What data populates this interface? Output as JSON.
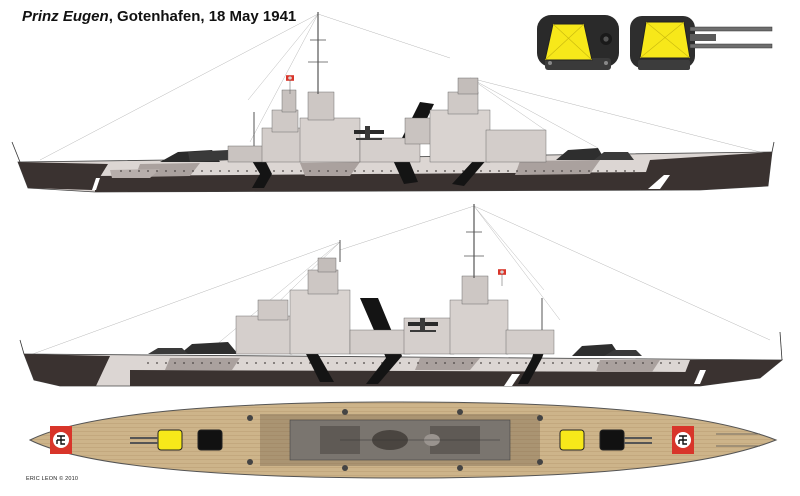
{
  "title": {
    "ship_name": "Prinz Eugen",
    "rest": ", Gotenhafen, 18 May 1941"
  },
  "credit": "ERIC LEON © 2010",
  "colors": {
    "hull_dark": "#3a3230",
    "camo_light": "#dcd6d3",
    "camo_mid": "#aaa19e",
    "stripe_black": "#141414",
    "deck_tan": "#cdb48a",
    "turret_yellow": "#f7e81a",
    "recognition_red": "#d8352a"
  },
  "views": [
    "starboard-profile",
    "port-profile",
    "plan-view",
    "turret-detail"
  ]
}
